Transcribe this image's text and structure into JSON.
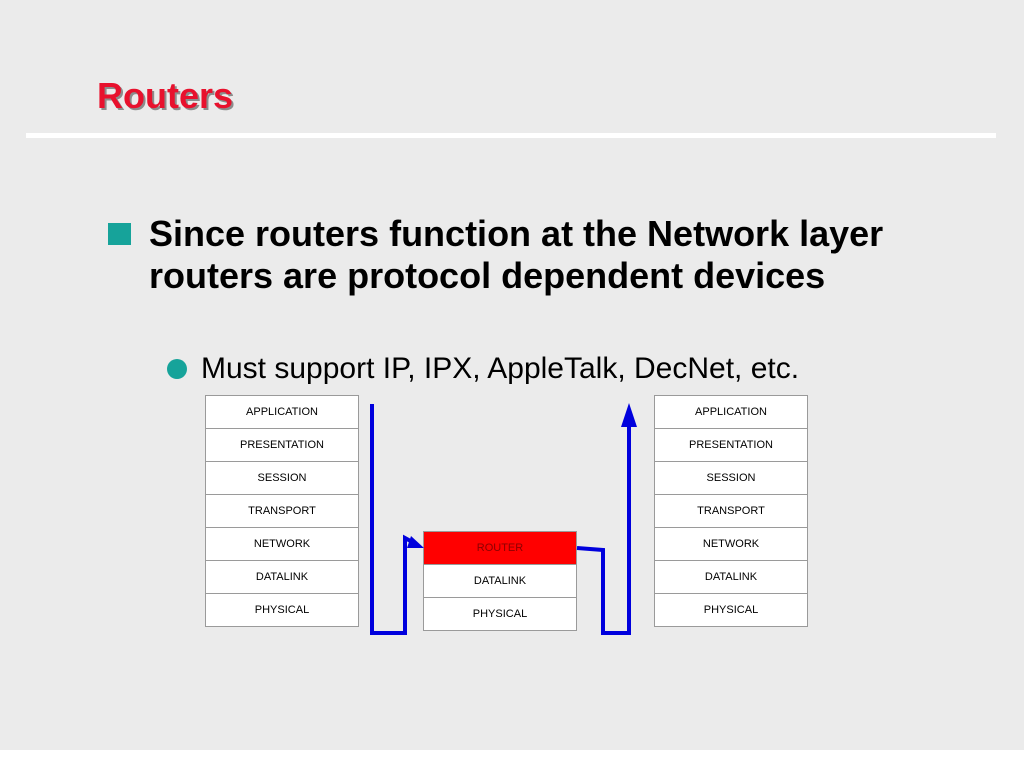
{
  "slide": {
    "title": "Routers",
    "bullet_1": "Since routers function at the Network layer routers are protocol dependent devices",
    "bullet_2": "Must support IP, IPX, AppleTalk, DecNet, etc."
  },
  "diagram": {
    "left_stack": [
      "APPLICATION",
      "PRESENTATION",
      "SESSION",
      "TRANSPORT",
      "NETWORK",
      "DATALINK",
      "PHYSICAL"
    ],
    "router_stack": [
      "ROUTER",
      "DATALINK",
      "PHYSICAL"
    ],
    "right_stack": [
      "APPLICATION",
      "PRESENTATION",
      "SESSION",
      "TRANSPORT",
      "NETWORK",
      "DATALINK",
      "PHYSICAL"
    ]
  },
  "colors": {
    "title": "#e8112d",
    "bullet": "#16a39a",
    "router_layer": "#ff0000",
    "path": "#0000dd"
  }
}
